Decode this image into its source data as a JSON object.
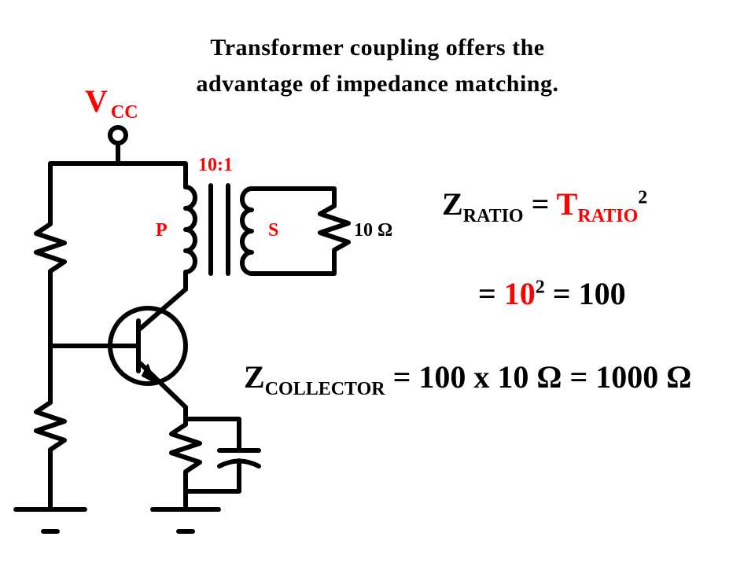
{
  "title": {
    "line1": "Transformer coupling offers the",
    "line2": "advantage of impedance matching."
  },
  "circuit": {
    "supply_main": "V",
    "supply_sub": "CC",
    "turns_ratio": "10:1",
    "primary": "P",
    "secondary": "S",
    "load": "10 Ω"
  },
  "equations": {
    "eq1": {
      "lhs": "Z",
      "lhs_sub": "RATIO",
      "op": "=",
      "rhs": "T",
      "rhs_sub": "RATIO",
      "rhs_sup": "2"
    },
    "eq2": {
      "prefix": "=",
      "base": "10",
      "sup": "2",
      "suffix": "= 100"
    },
    "eq3": {
      "lhs": "Z",
      "lhs_sub": "COLLECTOR",
      "rhs": "= 100 x 10 Ω = 1000 Ω"
    }
  },
  "colors": {
    "ink": "#000000",
    "accent": "#ff0000"
  }
}
